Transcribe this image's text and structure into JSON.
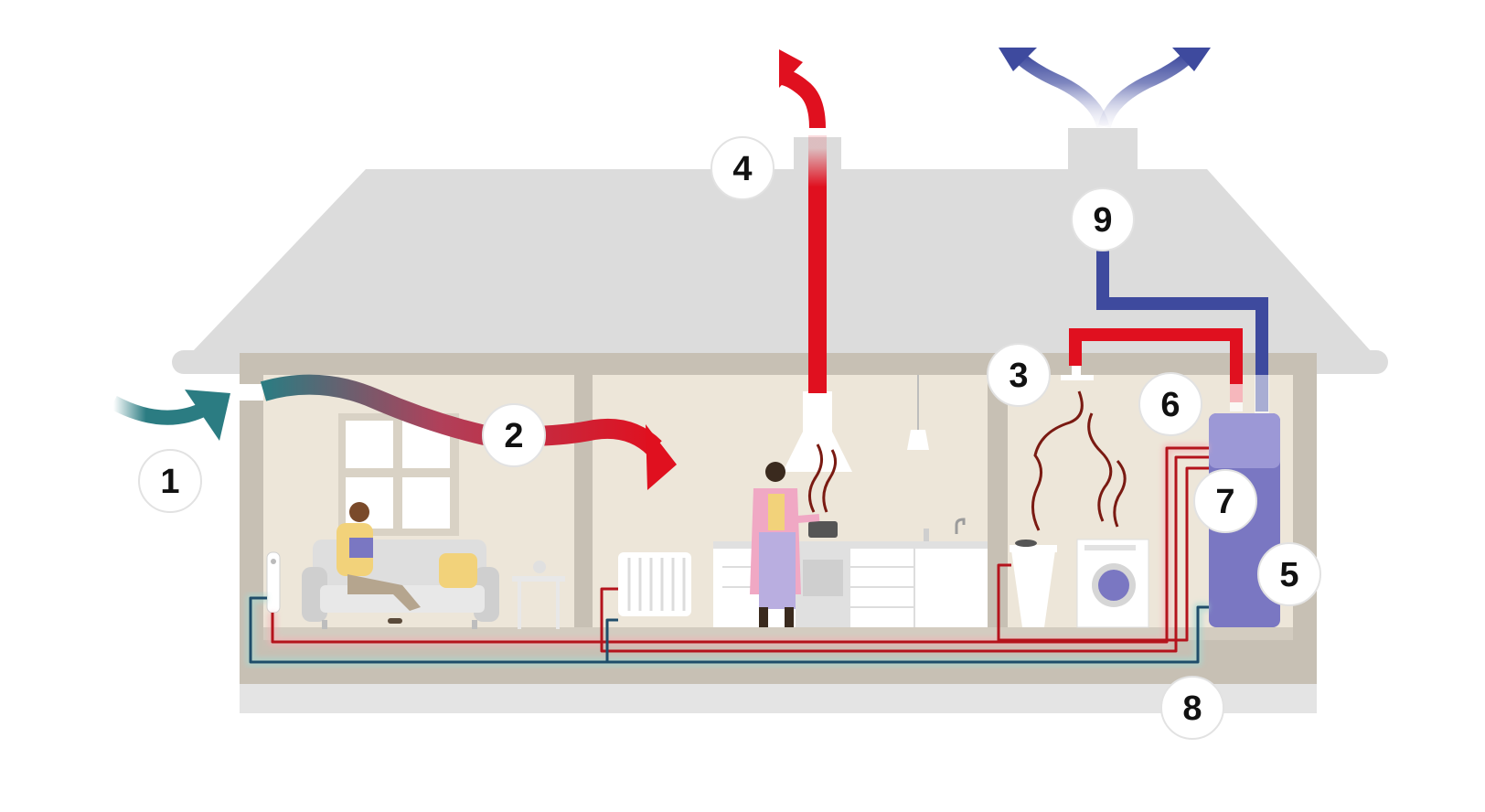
{
  "colors": {
    "roof": "#dcdcdc",
    "wall": "#c7c0b4",
    "interior": "#ede6d9",
    "floor_band": "#e4e4e4",
    "fresh_air": "#2b7c82",
    "warm_air": "#e0101f",
    "exhaust_blue": "#3e4a9e",
    "heat_pump": "#7a77c2",
    "pipe_hot": "#b4131c",
    "pipe_cold": "#1f4d6a"
  },
  "callouts": [
    {
      "id": "1",
      "label": "1"
    },
    {
      "id": "2",
      "label": "2"
    },
    {
      "id": "3",
      "label": "3"
    },
    {
      "id": "4",
      "label": "4"
    },
    {
      "id": "5",
      "label": "5"
    },
    {
      "id": "6",
      "label": "6"
    },
    {
      "id": "7",
      "label": "7"
    },
    {
      "id": "8",
      "label": "8"
    },
    {
      "id": "9",
      "label": "9"
    }
  ],
  "icons": [
    "person-reading-icon",
    "sofa-icon",
    "window-icon",
    "radiator-icon",
    "person-cooking-icon",
    "range-hood-icon",
    "stove-icon",
    "pendant-lamp-icon",
    "kitchen-cabinets-icon",
    "shower-tray-icon",
    "washing-machine-icon",
    "heat-pump-unit-icon"
  ]
}
